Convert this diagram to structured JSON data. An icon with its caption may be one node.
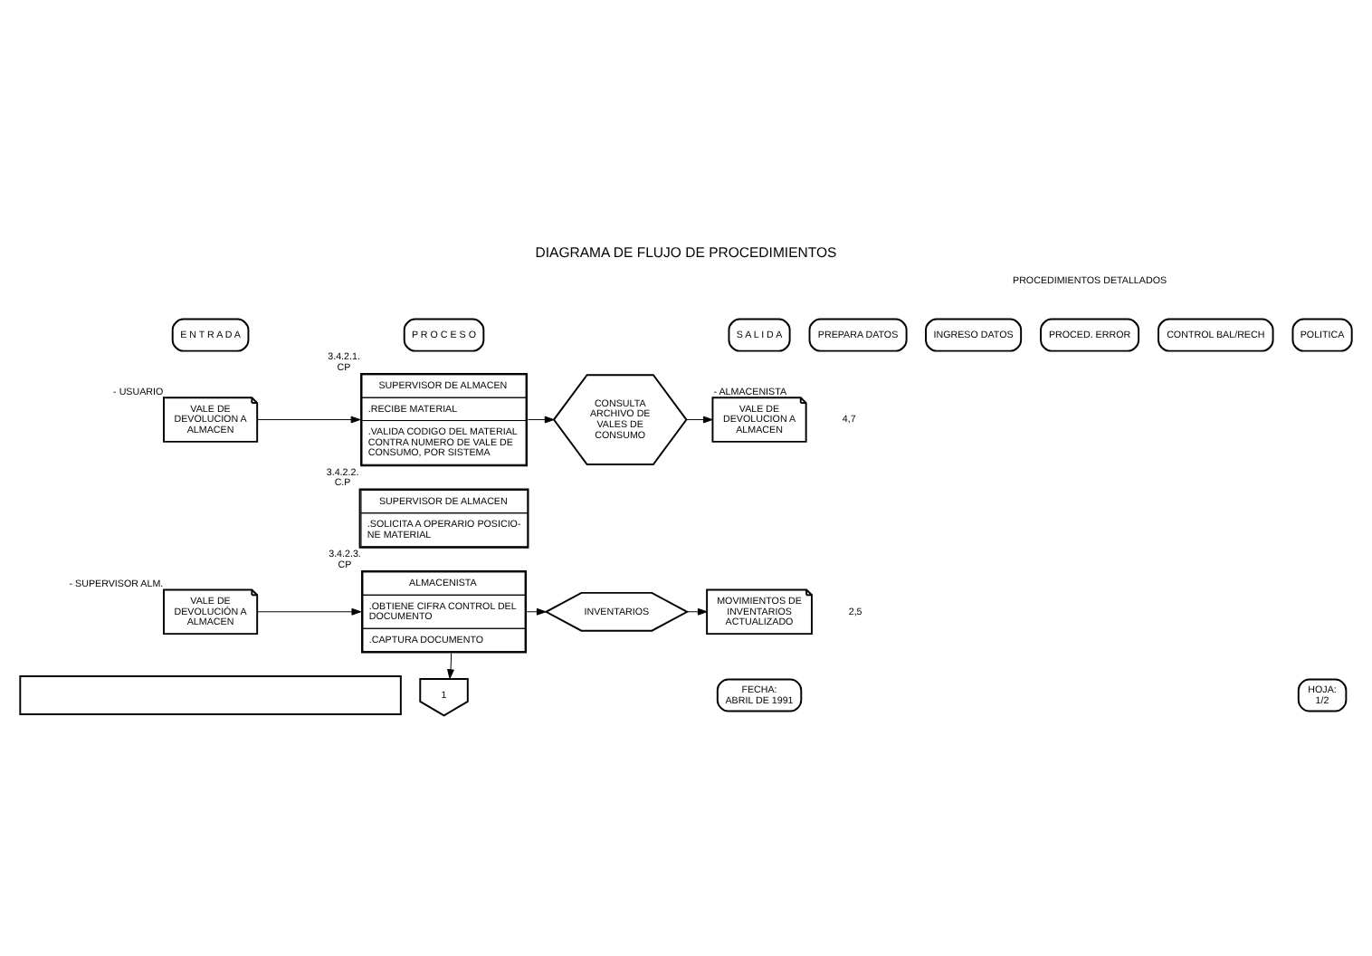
{
  "diagram": {
    "title": "DIAGRAMA DE FLUJO DE PROCEDIMIENTOS",
    "nodes": [
      {
        "text": [
          "E N T R A D A"
        ]
      },
      {
        "text": [
          "P R O C E S O"
        ]
      },
      {
        "text": [
          "S A L I D A"
        ]
      },
      {
        "text": [
          "PREPARA DATOS"
        ]
      },
      {
        "text": [
          "INGRESO DATOS"
        ]
      },
      {
        "text": [
          "PROCED. ERROR"
        ]
      },
      {
        "text": [
          "CONTROL BAL/RECH"
        ]
      },
      {
        "text": [
          "POLITICA"
        ]
      },
      {
        "text": [
          "VALE DE DEVOLUCION A ALMACEN"
        ],
        "beside": [
          "- USUARIO"
        ]
      },
      {
        "text": [
          "SUPERVISOR DE ALMACEN",
          ".RECIBE MATERIAL",
          ".VALIDA CODIGO DEL MATERIAL CONTRA NUMERO DE VALE DE CONSUMO, POR SISTEMA"
        ],
        "beside": [
          "3.4.2.1.",
          "CP"
        ]
      },
      {
        "text": [
          "CONSULTA ARCHIVO DE VALES DE CONSUMO"
        ]
      },
      {
        "text": [
          "VALE DE DEVOLUCION A ALMACEN"
        ],
        "beside": [
          "- ALMACENISTA"
        ]
      },
      {
        "text": [
          "SUPERVISOR DE ALMACEN",
          ".SOLICITA A OPERARIO POSICIO- NE MATERIAL"
        ],
        "beside": [
          "3.4.2.2.",
          "C.P"
        ]
      },
      {
        "text": [
          "VALE DE DEVOLUCIÓN A ALMACEN"
        ],
        "beside": [
          "- SUPERVISOR ALM."
        ]
      },
      {
        "text": [
          "ALMACENISTA",
          ".OBTIENE CIFRA CONTROL DEL DOCUMENTO",
          ".CAPTURA DOCUMENTO"
        ],
        "beside": [
          "3.4.2.3.",
          "CP"
        ]
      },
      {
        "text": [
          "INVENTARIOS"
        ]
      },
      {
        "text": [
          "MOVIMIENTOS DE INVENTARIOS ACTUALIZADO"
        ]
      },
      {
        "text": [
          "1"
        ]
      },
      {
        "text": [],
        "shape": "box"
      },
      {
        "text": [
          "FECHA:",
          "ABRIL DE 1991"
        ]
      },
      {
        "text": [
          "HOJA:",
          "1/2"
        ]
      }
    ],
    "edges": [
      {
        "from": 8,
        "to": 9,
        "arrow": "to"
      },
      {
        "from": 9,
        "to": 10,
        "arrow": "to"
      },
      {
        "from": 10,
        "to": 11,
        "arrow": "to"
      },
      {
        "from": 13,
        "to": 14,
        "arrow": "to"
      },
      {
        "from": 14,
        "to": 15,
        "arrow": "to"
      },
      {
        "from": 15,
        "to": 16,
        "arrow": "to"
      },
      {
        "from": 14,
        "to": 17,
        "arrow": "to"
      }
    ],
    "labels": [
      "PROCEDIMIENTOS DETALLADOS",
      "4,7",
      "2,5"
    ]
  }
}
